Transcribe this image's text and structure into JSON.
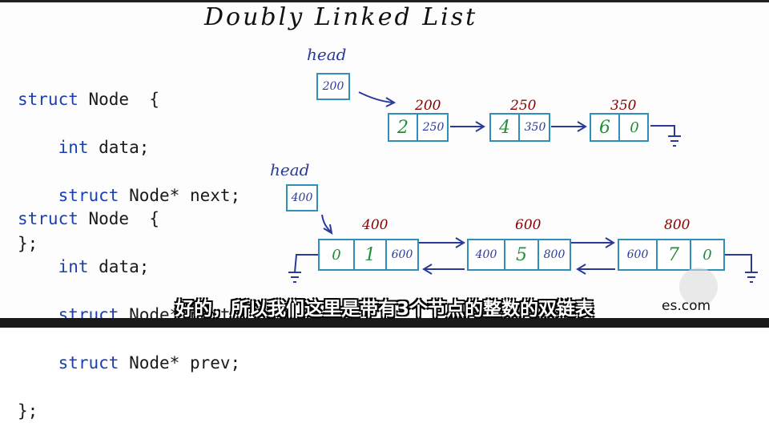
{
  "title": "Doubly Linked List",
  "code": {
    "block1": [
      "struct Node  {",
      "    int data;",
      "    struct Node* next;",
      "};"
    ],
    "block2": [
      "struct Node  {",
      "    int data;",
      "    struct Node* next;",
      "    struct Node* prev;",
      "};"
    ]
  },
  "singly": {
    "head_label": "head",
    "head_value": "200",
    "nodes": [
      {
        "address": "200",
        "data": "2",
        "next": "250"
      },
      {
        "address": "250",
        "data": "4",
        "next": "350"
      },
      {
        "address": "350",
        "data": "6",
        "next": "0"
      }
    ]
  },
  "doubly": {
    "head_label": "head",
    "head_value": "400",
    "nodes": [
      {
        "address": "400",
        "prev": "0",
        "data": "1",
        "next": "600"
      },
      {
        "address": "600",
        "prev": "400",
        "data": "5",
        "next": "800"
      },
      {
        "address": "800",
        "prev": "600",
        "data": "7",
        "next": "0"
      }
    ]
  },
  "subtitle": "好的，所以我们这里是带有3个节点的整数的双链表",
  "watermark": "es.com",
  "colors": {
    "box": "#2f8fb8",
    "data": "#1f8f3a",
    "address": "#8b0000",
    "pointer": "#2a3a9a"
  }
}
